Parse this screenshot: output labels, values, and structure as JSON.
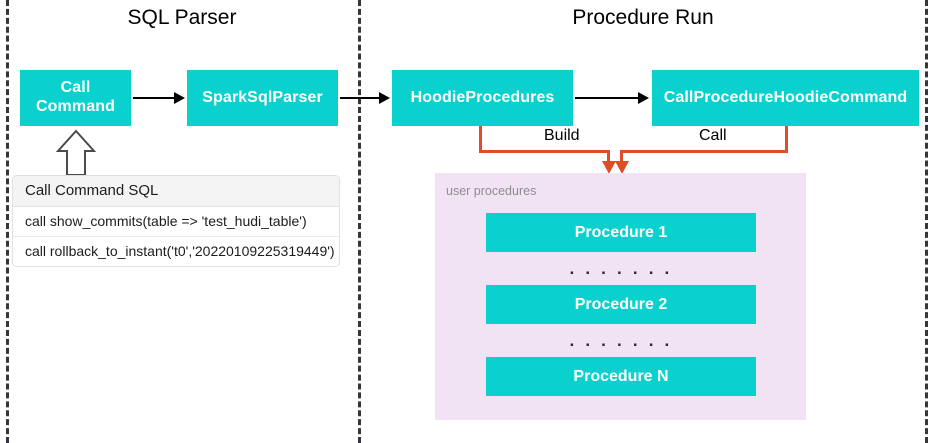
{
  "diagram": {
    "sections": [
      {
        "id": "sql-parser",
        "title": "SQL Parser"
      },
      {
        "id": "procedure-run",
        "title": "Procedure Run"
      }
    ],
    "nodes": [
      {
        "id": "call-command",
        "label": "Call\nCommand"
      },
      {
        "id": "spark-sql-parser",
        "label": "SparkSqlParser"
      },
      {
        "id": "hoodie-procedures",
        "label": "HoodieProcedures"
      },
      {
        "id": "call-procedure-hoodie-command",
        "label": "CallProcedureHoodieCommand"
      }
    ],
    "node_labels": {
      "call_command_line1": "Call",
      "call_command_line2": "Command",
      "spark_sql_parser": "SparkSqlParser",
      "hoodie_procedures": "HoodieProcedures",
      "call_procedure_hoodie_command": "CallProcedureHoodieCommand"
    },
    "edge_labels": {
      "build": "Build",
      "call": "Call"
    },
    "sql_card": {
      "header": "Call Command SQL",
      "rows": [
        "call show_commits(table => 'test_hudi_table')",
        "call rollback_to_instant('t0','20220109225319449')"
      ]
    },
    "procedures_panel": {
      "label": "user procedures",
      "items": [
        "Procedure 1",
        "Procedure 2",
        "Procedure N"
      ],
      "ellipsis": ". . . . . . ."
    },
    "colors": {
      "node_fill": "#0ad1cd",
      "node_text": "#ffffff",
      "edge_orange": "#de4f28",
      "edge_black": "#000000",
      "panel_fill": "#f2e3f4",
      "panel_label": "#8d8d8d",
      "separator": "#33373b",
      "background": "#ffffff"
    }
  }
}
